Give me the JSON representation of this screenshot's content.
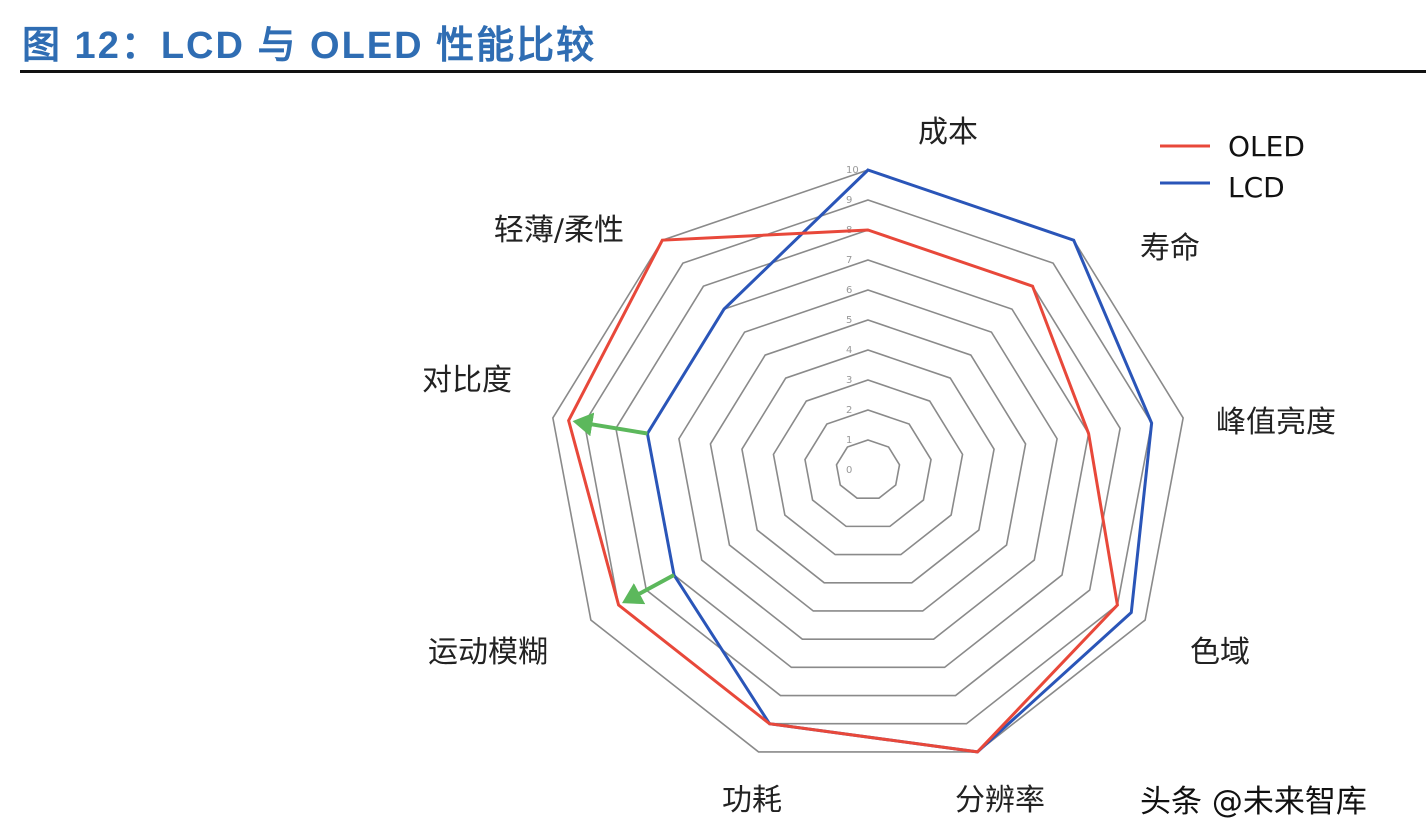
{
  "header": {
    "title": "图 12：LCD 与 OLED 性能比较"
  },
  "watermark": "头条 @未来智库",
  "colors": {
    "title": "#2f6db3",
    "oled": "#e8483a",
    "lcd": "#2a55b8",
    "grid": "#8a8a8a",
    "arrow": "#5cb85c"
  },
  "chart_data": {
    "type": "radar",
    "title": "LCD 与 OLED 性能比较",
    "categories": [
      "成本",
      "寿命",
      "峰值亮度",
      "色域",
      "分辨率",
      "功耗",
      "运动模糊",
      "对比度",
      "轻薄/柔性"
    ],
    "series": [
      {
        "name": "OLED",
        "color": "#e8483a",
        "values": [
          8,
          8,
          7,
          9,
          10,
          9,
          9,
          9.5,
          10
        ]
      },
      {
        "name": "LCD",
        "color": "#2a55b8",
        "values": [
          10,
          10,
          9,
          9.5,
          10,
          9,
          7,
          7,
          7
        ]
      }
    ],
    "rlim": [
      0,
      10
    ],
    "ticks": [
      0,
      1,
      2,
      3,
      4,
      5,
      6,
      7,
      8,
      9,
      10
    ],
    "grid": true,
    "legend_position": "top-right",
    "annotations": [
      {
        "type": "arrow",
        "axis": "对比度",
        "from": "LCD",
        "to": "OLED",
        "color": "#5cb85c"
      },
      {
        "type": "arrow",
        "axis": "运动模糊",
        "from": "LCD",
        "to": "OLED",
        "color": "#5cb85c"
      }
    ]
  }
}
